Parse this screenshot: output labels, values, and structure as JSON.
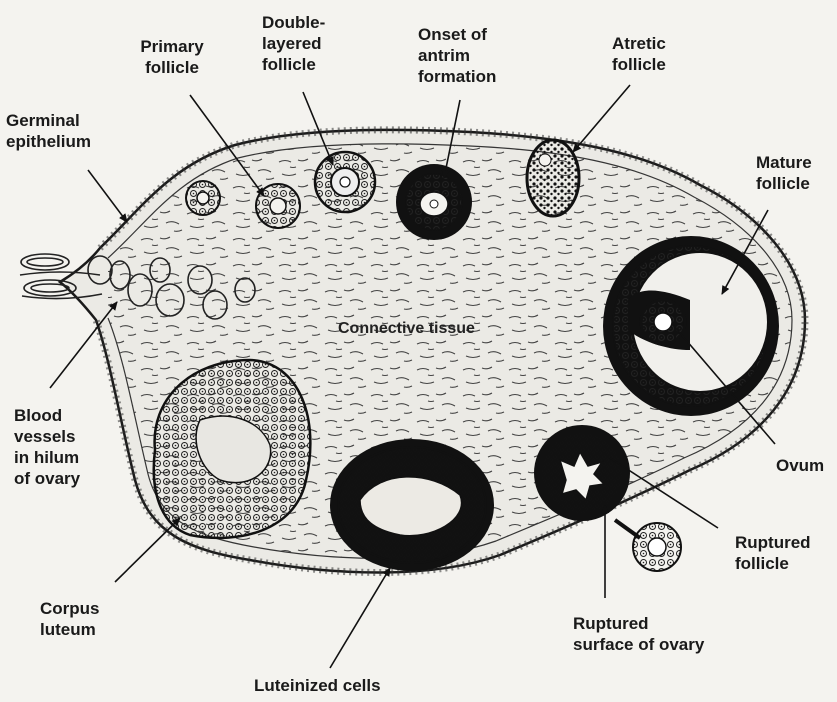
{
  "labels": {
    "primary_follicle": "Primary\nfollicle",
    "double_layered_follicle": "Double-\nlayered\nfollicle",
    "onset_antrum": "Onset of\nantrim\nformation",
    "atretic_follicle": "Atretic\nfollicle",
    "germinal_epithelium": "Germinal\nepithelium",
    "mature_follicle": "Mature\nfollicle",
    "connective_tissue": "Connective tissue",
    "blood_vessels": "Blood\nvessels\nin hilum\nof ovary",
    "ovum": "Ovum",
    "ruptured_follicle": "Ruptured\nfollicle",
    "corpus_luteum": "Corpus\nluteum",
    "ruptured_surface": "Ruptured\nsurface of ovary",
    "luteinized_cells": "Luteinized cells"
  }
}
